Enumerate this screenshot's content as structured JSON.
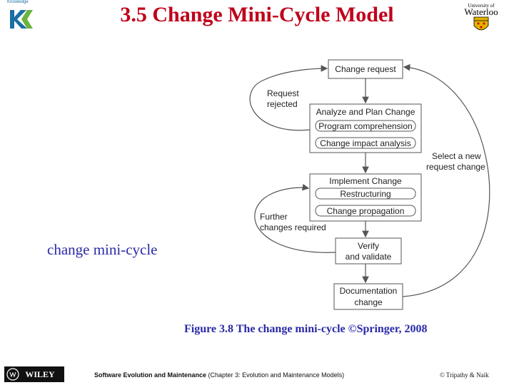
{
  "header": {
    "title": "3.5 Change Mini-Cycle Model",
    "left_logo_text": "Knowledge",
    "right_logo_line1": "University of",
    "right_logo_line2": "Waterloo"
  },
  "diagram": {
    "boxes": [
      {
        "label": "Change request"
      },
      {
        "label": "Analyze and Plan Change",
        "subs": [
          "Program comprehension",
          "Change impact analysis"
        ]
      },
      {
        "label": "Implement Change",
        "subs": [
          "Restructuring",
          "Change propagation"
        ]
      },
      {
        "lines": [
          "Verify",
          "and validate"
        ]
      },
      {
        "lines": [
          "Documentation",
          "change"
        ]
      }
    ],
    "loop_labels": {
      "request_rejected": [
        "Request",
        "rejected"
      ],
      "select_new": [
        "Select a new",
        "request change"
      ],
      "further_changes": [
        "Further",
        "changes required"
      ]
    }
  },
  "side_label": "change mini-cycle",
  "caption": "Figure 3.8 The change mini-cycle ©Springer, 2008",
  "footer": {
    "wiley": "WILEY",
    "book_title": "Software Evolution and Maintenance",
    "book_chapter": "(Chapter 3: Evolution and Maintenance Models)",
    "copyright": "© Tripathy & Naik"
  },
  "colors": {
    "title": "#c0001a",
    "caption": "#2a2aa8"
  }
}
